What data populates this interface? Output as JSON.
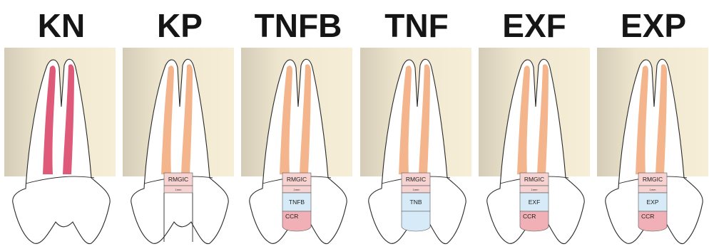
{
  "panels": [
    {
      "title": "KN",
      "canal_color": "#df5a78",
      "layers": []
    },
    {
      "title": "KP",
      "canal_color": "#f4b48c",
      "layers": [
        {
          "label": "RMGIC",
          "fill": "#f6d2d0"
        },
        {
          "label": "1mm",
          "fill": "#f6d2d0",
          "tiny": true
        }
      ]
    },
    {
      "title": "TNFB",
      "canal_color": "#f4b48c",
      "layers": [
        {
          "label": "RMGIC",
          "fill": "#f6d2d0"
        },
        {
          "label": "1mm",
          "fill": "#f6d2d0",
          "tiny": true
        },
        {
          "label": "TNFB",
          "fill": "#d6eaf7"
        },
        {
          "label": "CCR",
          "fill": "#f1b0b5"
        }
      ]
    },
    {
      "title": "TNF",
      "canal_color": "#f4b48c",
      "layers": [
        {
          "label": "RMGIC",
          "fill": "#f6d2d0"
        },
        {
          "label": "1mm",
          "fill": "#f6d2d0",
          "tiny": true
        },
        {
          "label": "TNB",
          "fill": "#d6eaf7"
        },
        {
          "label": "",
          "fill": "#d6eaf7"
        }
      ]
    },
    {
      "title": "EXF",
      "canal_color": "#f4b48c",
      "layers": [
        {
          "label": "RMGIC",
          "fill": "#f6d2d0"
        },
        {
          "label": "1mm",
          "fill": "#f6d2d0",
          "tiny": true
        },
        {
          "label": "EXF",
          "fill": "#d6eaf7"
        },
        {
          "label": "CCR",
          "fill": "#f1b0b5"
        }
      ]
    },
    {
      "title": "EXP",
      "canal_color": "#f4b48c",
      "layers": [
        {
          "label": "RMGIC",
          "fill": "#f6d2d0"
        },
        {
          "label": "1mm",
          "fill": "#f6d2d0",
          "tiny": true
        },
        {
          "label": "EXP",
          "fill": "#d6eaf7"
        },
        {
          "label": "CCR",
          "fill": "#f1b0b5"
        }
      ]
    }
  ],
  "colors": {
    "bone_light": "#f5ecd2",
    "bone_dark": "#d7cfbd",
    "outline": "#2b2b2b",
    "tooth": "#ffffff"
  }
}
